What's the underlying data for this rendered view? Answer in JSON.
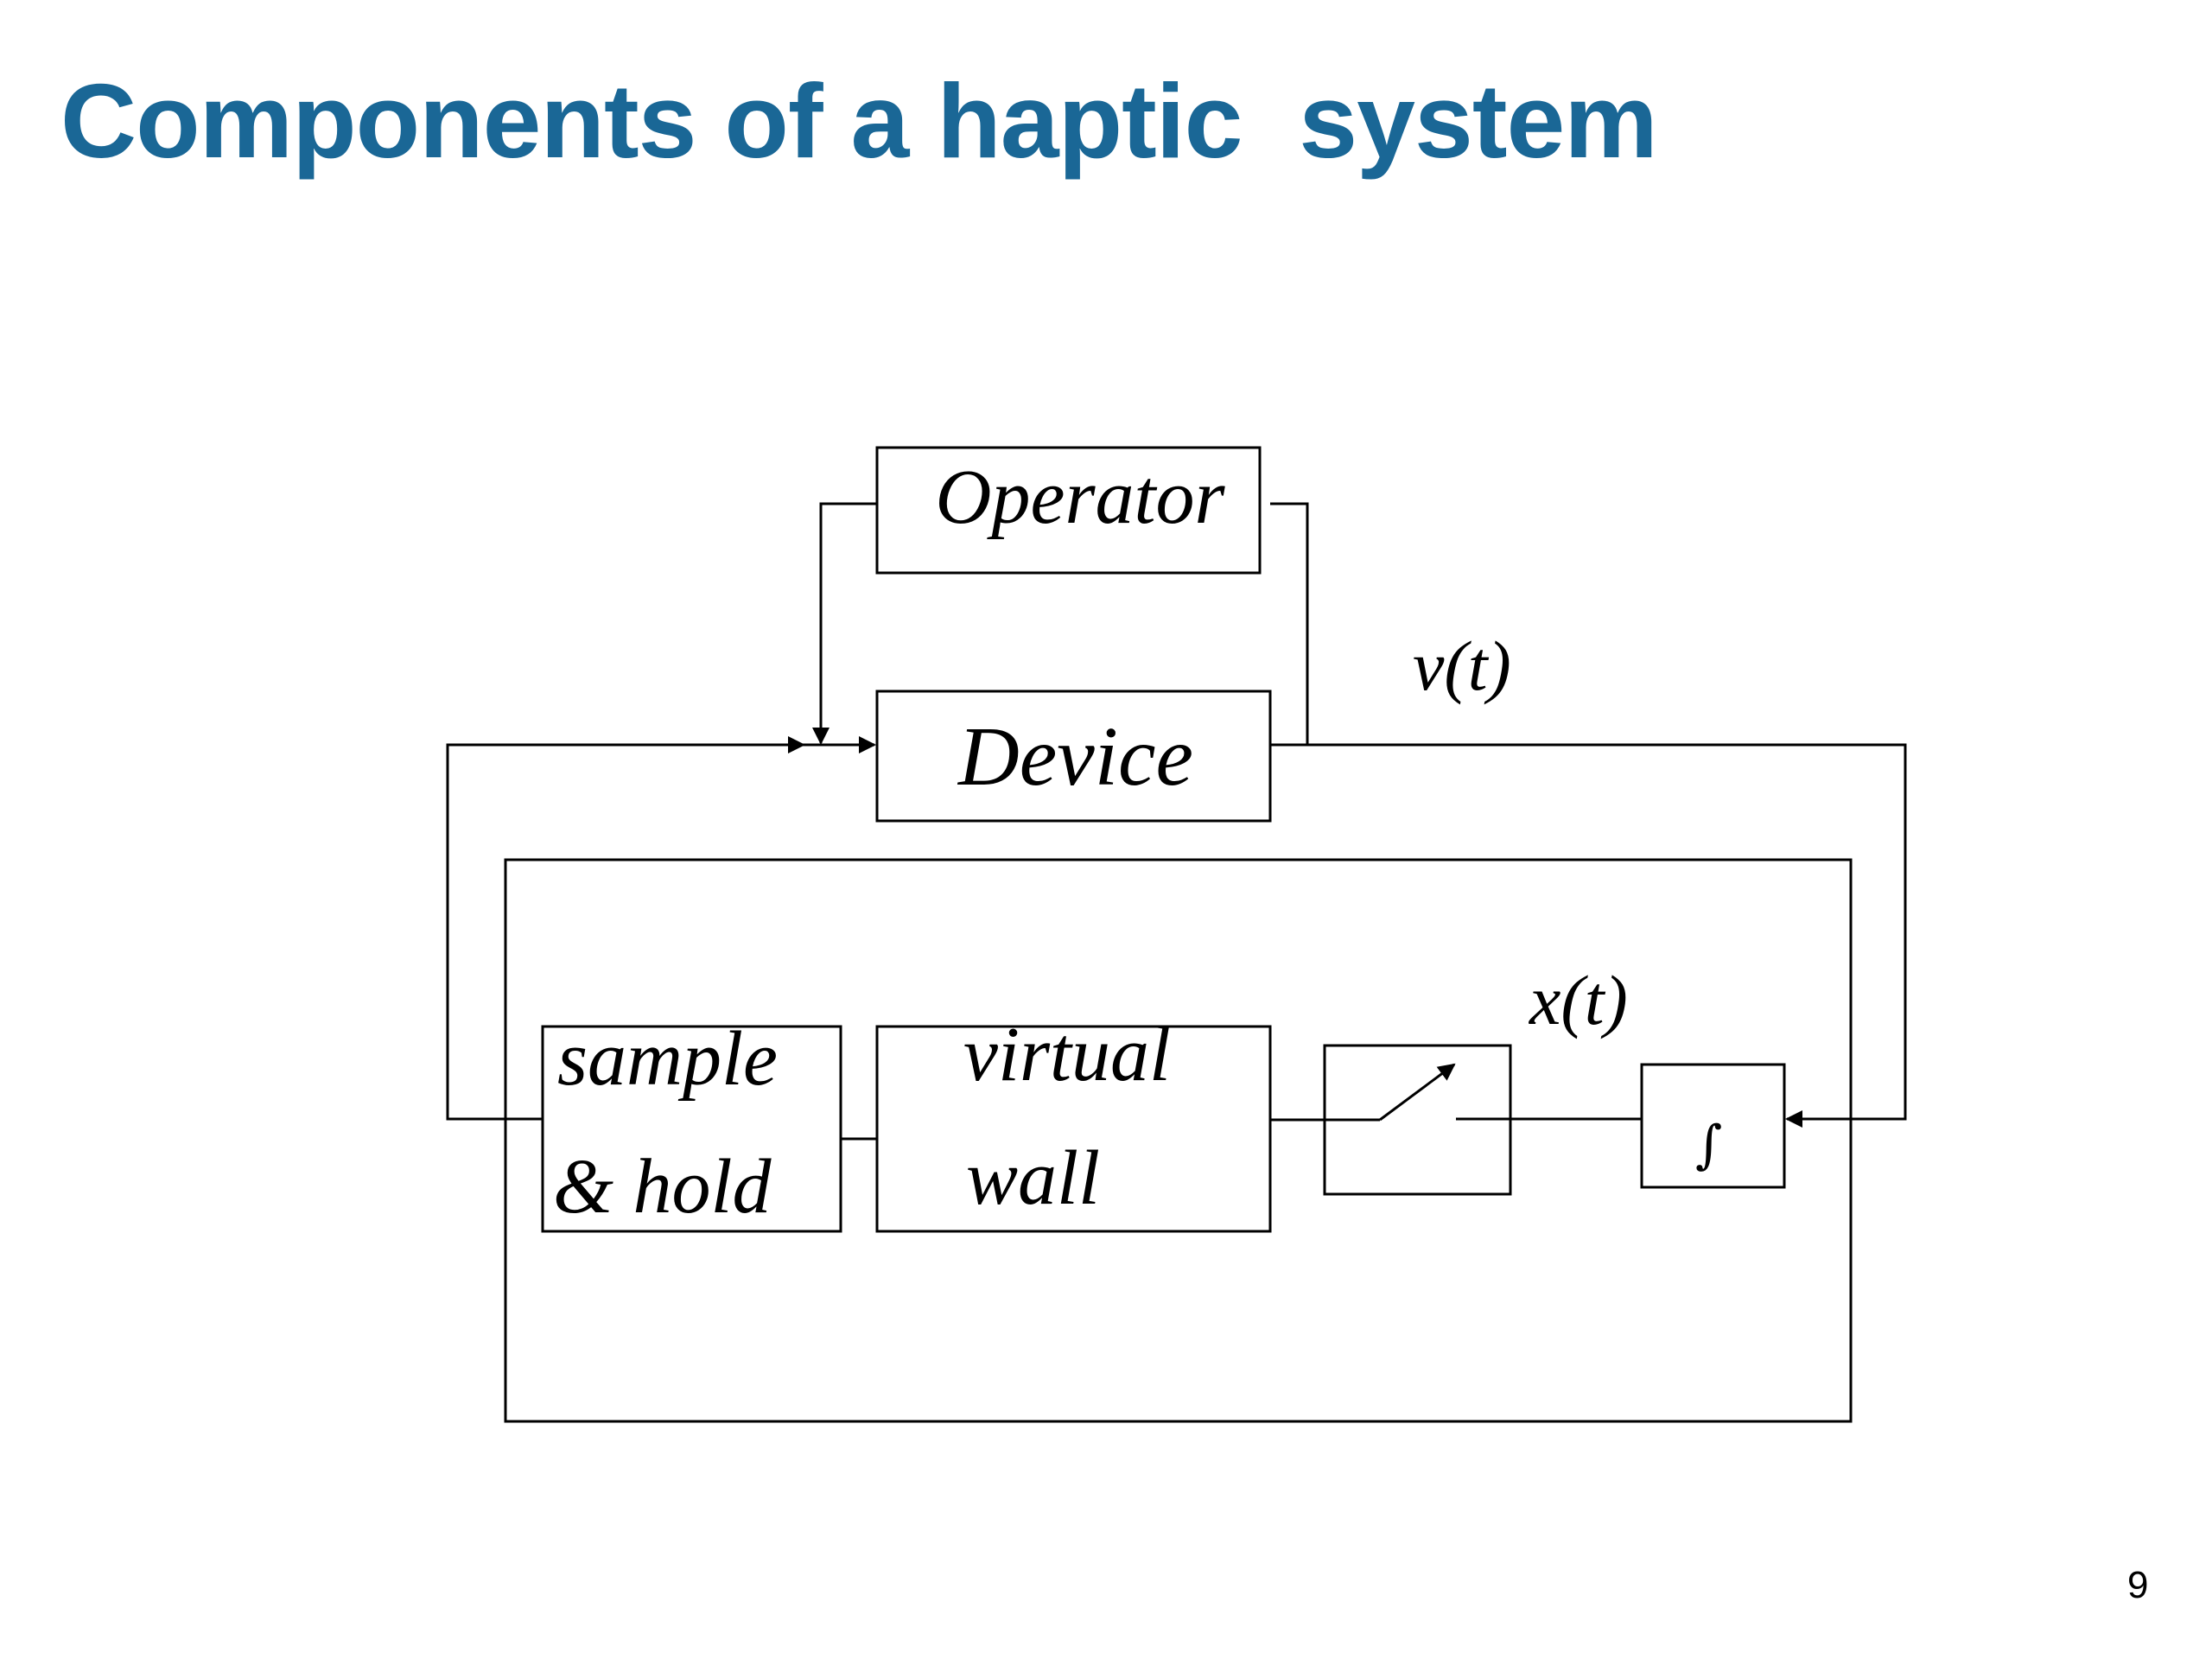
{
  "slide": {
    "title": "Components of a haptic  system",
    "page_number": "9"
  },
  "diagram": {
    "blocks": {
      "operator": "Operator",
      "device": "Device",
      "sample_hold_line1": "sample",
      "sample_hold_line2": "& hold",
      "virtual_wall_line1": "virtual",
      "virtual_wall_line2": "wall"
    },
    "signals": {
      "velocity": "v(t)",
      "position": "x(t)"
    }
  }
}
